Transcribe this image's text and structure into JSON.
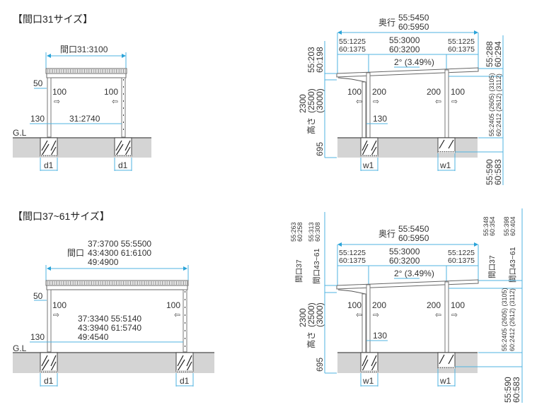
{
  "section1": {
    "title": "【間口31サイズ】",
    "front": {
      "width_label": "間口31:3100",
      "eave_offset": "50",
      "clear_left": "100",
      "clear_right": "100",
      "post_offset": "130",
      "inner_span": "31:2740",
      "ground_label": "G.L",
      "found_left": "d1",
      "found_right": "d1"
    },
    "side": {
      "depth_prefix": "奥行",
      "depth_55": "55:5450",
      "depth_60": "60:5950",
      "seg1_55": "55:1225",
      "seg1_60": "60:1375",
      "seg2_55": "55:3000",
      "seg2_60": "60:3200",
      "seg3_55": "55:1225",
      "seg3_60": "60:1375",
      "slope": "2° (3.49%)",
      "left_drop_55": "55:203",
      "left_drop_60": "60:198",
      "right_drop_55": "55:288",
      "right_drop_60": "60:294",
      "height_main": "2300",
      "height_alt1": "(2500)",
      "height_alt2": "(3000)",
      "height_prefix": "高さ",
      "embed": "695",
      "post1_left": "100",
      "post1_right": "200",
      "post2_left": "200",
      "post2_right": "100",
      "post_offset": "130",
      "right_height_55": "55:2405 (2605) (3105)",
      "right_height_60": "60:2412 (2612) (3112)",
      "right_embed_55": "55:590",
      "right_embed_60": "60:583",
      "found_left": "w1",
      "found_right": "w1"
    }
  },
  "section2": {
    "title": "【間口37~61サイズ】",
    "front": {
      "width_prefix": "間口",
      "width_row1": "37:3700  55:5500",
      "width_row2": "43:4300  61:6100",
      "width_row3": "49:4900",
      "eave_offset": "50",
      "clear_left": "100",
      "clear_right": "100",
      "inner_row1": "37:3340  55:5140",
      "inner_row2": "43:3940  61:5740",
      "inner_row3": "49:4540",
      "post_offset": "130",
      "ground_label": "G.L",
      "found_left": "d1",
      "found_right": "d1"
    },
    "side": {
      "depth_prefix": "奥行",
      "depth_55": "55:5450",
      "depth_60": "60:5950",
      "seg1_55": "55:1225",
      "seg1_60": "60:1375",
      "seg2_55": "55:3000",
      "seg2_60": "60:3200",
      "seg3_55": "55:1225",
      "seg3_60": "60:1375",
      "slope": "2° (3.49%)",
      "left_a_label": "間口37",
      "left_a_55": "55:263",
      "left_a_60": "60:258",
      "left_b_label": "間口43~61",
      "left_b_55": "55:313",
      "left_b_60": "60:308",
      "right_a_label": "間口37",
      "right_a_55": "55:348",
      "right_a_60": "60:354",
      "right_b_label": "間口43~61",
      "right_b_55": "55:398",
      "right_b_60": "60:404",
      "height_main": "2300",
      "height_alt1": "(2500)",
      "height_alt2": "(3000)",
      "height_prefix": "高さ",
      "embed": "695",
      "post1_left": "100",
      "post1_right": "200",
      "post2_left": "200",
      "post2_right": "100",
      "post_offset": "130",
      "right_height_55": "55:2405 (2605) (3105)",
      "right_height_60": "60:2412 (2612) (3112)",
      "right_embed_55": "55:590",
      "right_embed_60": "60:583",
      "found_left": "w1",
      "found_right": "w1"
    }
  },
  "colors": {
    "dimension": "#4fb3e0",
    "ground": "#d4d4d4",
    "text": "#333333"
  }
}
